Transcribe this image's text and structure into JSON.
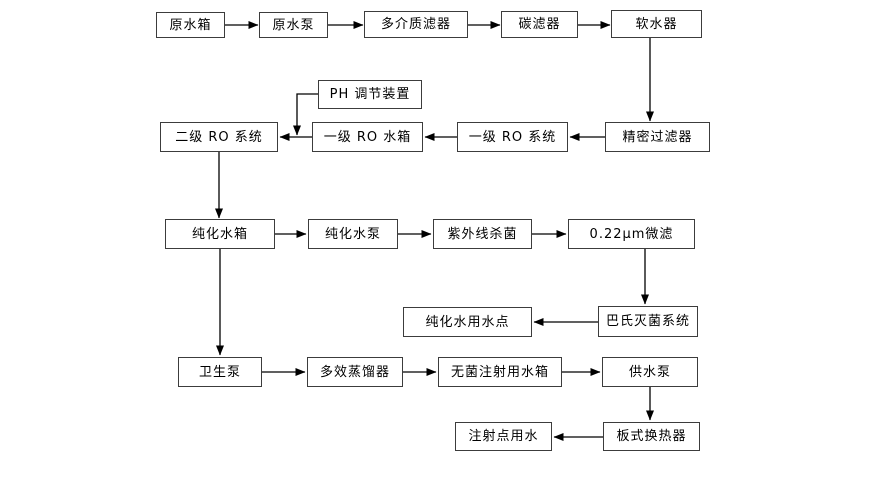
{
  "diagram": {
    "type": "flowchart",
    "description_language": "zh-CN",
    "nodes": {
      "raw_water_tank": {
        "label": "原水箱"
      },
      "raw_water_pump": {
        "label": "原水泵"
      },
      "multi_media_filter": {
        "label": "多介质滤器"
      },
      "carbon_filter": {
        "label": "碳滤器"
      },
      "water_softener": {
        "label": "软水器"
      },
      "precision_filter": {
        "label": "精密过滤器"
      },
      "ro_stage1_system": {
        "label": "一级 RO 系统"
      },
      "ro_stage1_tank": {
        "label": "一级 RO 水箱"
      },
      "ro_stage2_system": {
        "label": "二级 RO 系统"
      },
      "ph_adjuster": {
        "label": "PH 调节装置"
      },
      "purified_water_tank": {
        "label": "纯化水箱"
      },
      "purified_water_pump": {
        "label": "纯化水泵"
      },
      "uv_sterilizer": {
        "label": "紫外线杀菌"
      },
      "micron_filter": {
        "label": "0.22μm微滤"
      },
      "pasteurization_system": {
        "label": "巴氏灭菌系统"
      },
      "purified_water_use_point": {
        "label": "纯化水用水点"
      },
      "sanitary_pump": {
        "label": "卫生泵"
      },
      "multi_effect_distiller": {
        "label": "多效蒸馏器"
      },
      "sterile_injection_tank": {
        "label": "无菌注射用水箱"
      },
      "water_supply_pump": {
        "label": "供水泵"
      },
      "plate_heat_exchanger": {
        "label": "板式换热器"
      },
      "injection_point_water": {
        "label": "注射点用水"
      }
    },
    "edges": [
      {
        "from": "raw_water_tank",
        "to": "raw_water_pump"
      },
      {
        "from": "raw_water_pump",
        "to": "multi_media_filter"
      },
      {
        "from": "multi_media_filter",
        "to": "carbon_filter"
      },
      {
        "from": "carbon_filter",
        "to": "water_softener"
      },
      {
        "from": "water_softener",
        "to": "precision_filter"
      },
      {
        "from": "precision_filter",
        "to": "ro_stage1_system"
      },
      {
        "from": "ro_stage1_system",
        "to": "ro_stage1_tank"
      },
      {
        "from": "ro_stage1_tank",
        "to": "ro_stage2_system"
      },
      {
        "from": "ph_adjuster",
        "to": "ro_stage1_tank__ro_stage2_system_connector"
      },
      {
        "from": "ro_stage2_system",
        "to": "purified_water_tank"
      },
      {
        "from": "purified_water_tank",
        "to": "purified_water_pump"
      },
      {
        "from": "purified_water_pump",
        "to": "uv_sterilizer"
      },
      {
        "from": "uv_sterilizer",
        "to": "micron_filter"
      },
      {
        "from": "micron_filter",
        "to": "pasteurization_system"
      },
      {
        "from": "pasteurization_system",
        "to": "purified_water_use_point"
      },
      {
        "from": "purified_water_tank",
        "to": "sanitary_pump"
      },
      {
        "from": "sanitary_pump",
        "to": "multi_effect_distiller"
      },
      {
        "from": "multi_effect_distiller",
        "to": "sterile_injection_tank"
      },
      {
        "from": "sterile_injection_tank",
        "to": "water_supply_pump"
      },
      {
        "from": "water_supply_pump",
        "to": "plate_heat_exchanger"
      },
      {
        "from": "plate_heat_exchanger",
        "to": "injection_point_water"
      }
    ],
    "colors": {
      "background": "#ffffff",
      "box_fill": "#ffffff",
      "box_border": "#3c3c3c",
      "line": "#000000",
      "text": "#000000"
    }
  }
}
